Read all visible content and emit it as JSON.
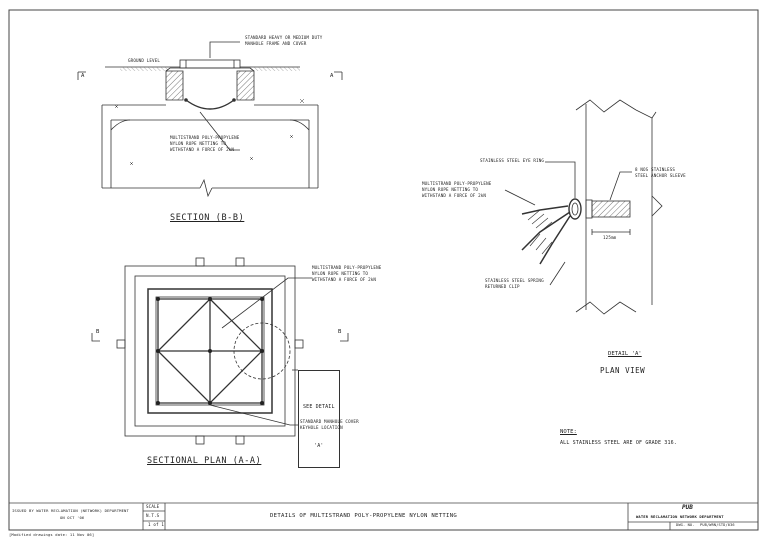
{
  "section_bb": {
    "title": "SECTION (B-B)",
    "ground_level": "GROUND LEVEL",
    "cut_left": "A",
    "cut_right": "A",
    "callout_cover": [
      "STANDARD HEAVY OR MEDIUM DUTY",
      "MANHOLE FRAME AND COVER"
    ],
    "callout_netting": [
      "MULTISTRAND POLY-PROPYLENE",
      "NYLON ROPE NETTING TO",
      "WITHSTAND A FORCE OF 2kN"
    ]
  },
  "sectional_plan": {
    "title": "SECTIONAL PLAN (A-A)",
    "cut_left": "B",
    "cut_right": "B",
    "callout_netting": [
      "MULTISTRAND POLY-PROPYLENE",
      "NYLON ROPE NETTING TO",
      "WITHSTAND A FORCE OF 2kN"
    ],
    "see_detail": [
      "SEE DETAIL",
      "'A'"
    ],
    "callout_keyhole": [
      "STANDARD MANHOLE COVER",
      "KEYHOLE LOCATION"
    ]
  },
  "detail_a": {
    "title": "DETAIL 'A'",
    "subtitle": "PLAN VIEW",
    "eye_ring": "STAINLESS STEEL EYE RING",
    "anchor_sleeve": [
      "8 NOS STAINLESS",
      "STEEL ANCHOR SLEEVE"
    ],
    "netting": [
      "MULTISTRAND POLY-PROPYLENE",
      "NYLON ROPE NETTING TO",
      "WITHSTAND A FORCE OF 2kN"
    ],
    "spring_clip": [
      "STAINLESS STEEL SPRING",
      "RETURNED CLIP"
    ],
    "dimension": "125mm"
  },
  "note": {
    "heading": "NOTE:",
    "text": "ALL STAINLESS STEEL ARE OF GRADE 316."
  },
  "title_block": {
    "issued_by": [
      "ISSUED BY WATER RECLAMATION (NETWORK) DEPARTMENT",
      "ON OCT '06"
    ],
    "scale_label": "SCALE",
    "scale_value": "N.T.S",
    "sheet": "1 of 1",
    "drawing_title": "DETAILS OF MULTISTRAND POLY-PROPYLENE NYLON NETTING",
    "logo": "PUB",
    "department": "WATER RECLAMATION NETWORK DEPARTMENT",
    "dwg_no_label": "DWG. NO.",
    "dwg_no": "PUB/WRN/STD/036"
  },
  "footer_stamp": "[Modified drawings date: 11 Nov 06]"
}
